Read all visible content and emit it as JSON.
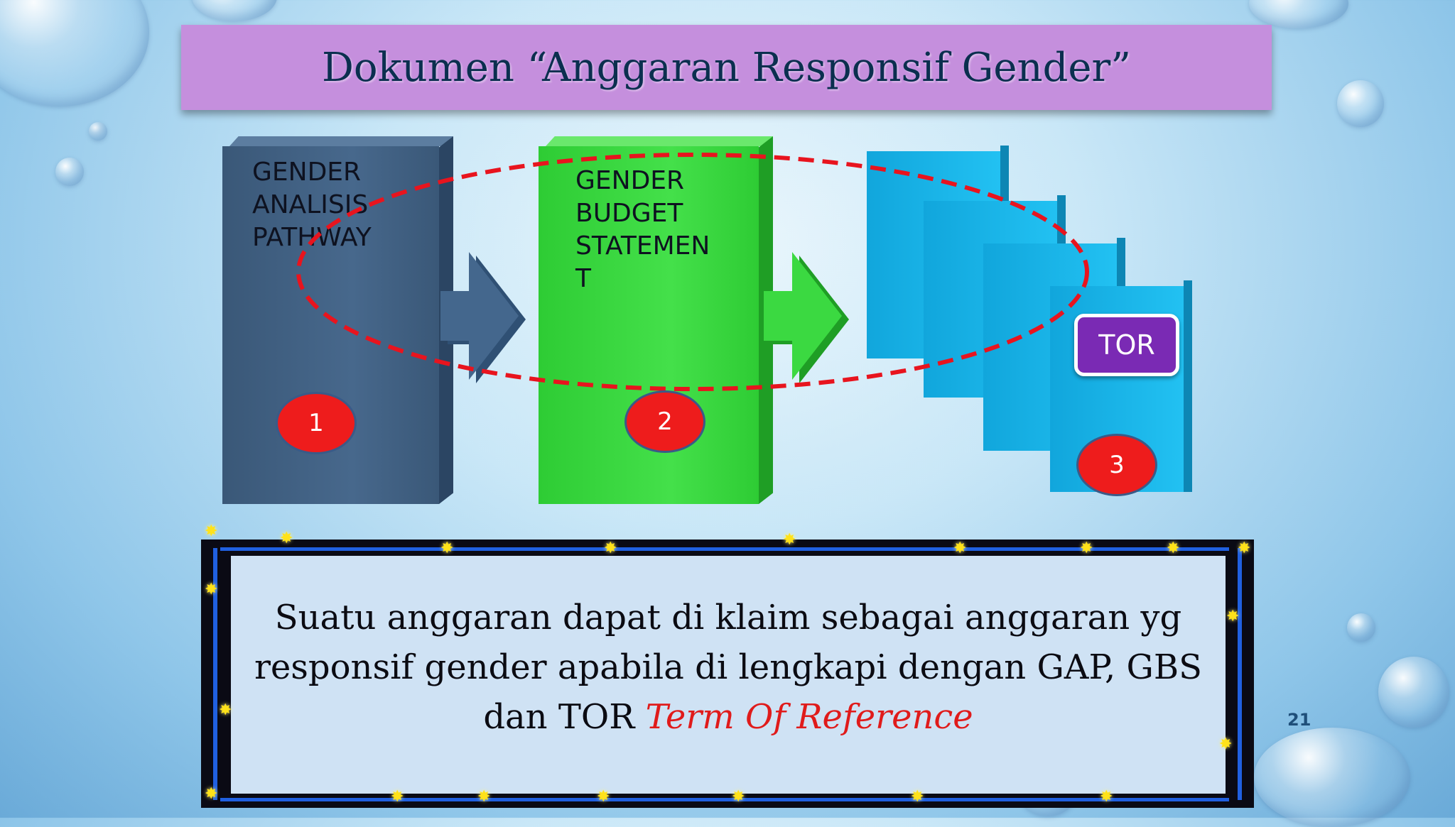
{
  "slide": {
    "title": "Dokumen “Anggaran Responsif Gender”",
    "page_number": "21"
  },
  "boxes": [
    {
      "label": "GENDER ANALISIS PATHWAY",
      "number": "1",
      "color": "#3e5f82"
    },
    {
      "label": "GENDER BUDGET STATEMEN T",
      "number": "2",
      "color": "#34d43a"
    },
    {
      "label": "",
      "number": "3",
      "color": "#17b4ea"
    }
  ],
  "tor_badge": "TOR",
  "description": {
    "line1": "Suatu anggaran dapat di klaim sebagai anggaran yg",
    "line2": "responsif gender apabila di lengkapi dengan GAP, GBS",
    "line3_prefix": "dan TOR ",
    "line3_emphasis": "Term Of Reference"
  },
  "colors": {
    "title_bar": "#c58fdd",
    "dashed_ellipse": "#e8141e",
    "number_circle": "#ee1c1c",
    "tor_badge": "#7a2ab4"
  }
}
